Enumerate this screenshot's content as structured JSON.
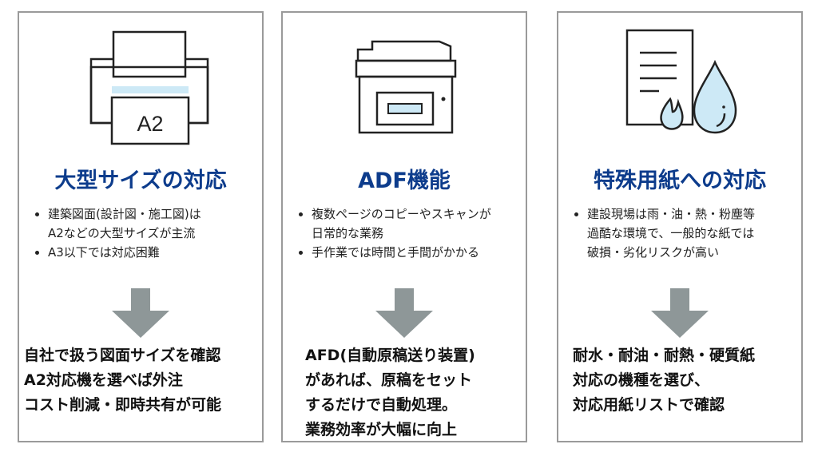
{
  "colors": {
    "title": "#0d3c8c",
    "border": "#9a9a9a",
    "arrow": "#8e9798",
    "accent": "#cde9f6"
  },
  "cards": [
    {
      "icon": "printer-icon",
      "paper_label": "A2",
      "title": "大型サイズの対応",
      "bullets": [
        [
          "建築図面(設計図・施工図)は",
          "A2などの大型サイズが主流"
        ],
        [
          "A3以下では対応困難"
        ]
      ],
      "result": [
        "自社で扱う図面サイズを確認",
        "A2対応機を選べば外注",
        "コスト削減・即時共有が可能"
      ]
    },
    {
      "icon": "copier-adf-icon",
      "title": "ADF機能",
      "bullets": [
        [
          "複数ページのコピーやスキャンが",
          "日常的な業務"
        ],
        [
          "手作業では時間と手間がかかる"
        ]
      ],
      "result": [
        " AFD(自動原稿送り装置)",
        "があれば、原稿をセット",
        "するだけで自動処理。",
        "業務効率が大幅に向上"
      ]
    },
    {
      "icon": "document-fire-water-icon",
      "title": "特殊用紙への対応",
      "bullets": [
        [
          "建設現場は雨・油・熱・粉塵等",
          "過酷な環境で、一般的な紙では",
          "破損・劣化リスクが高い"
        ]
      ],
      "result": [
        "耐水・耐油・耐熱・硬質紙",
        "対応の機種を選び、",
        "対応用紙リストで確認"
      ]
    }
  ]
}
